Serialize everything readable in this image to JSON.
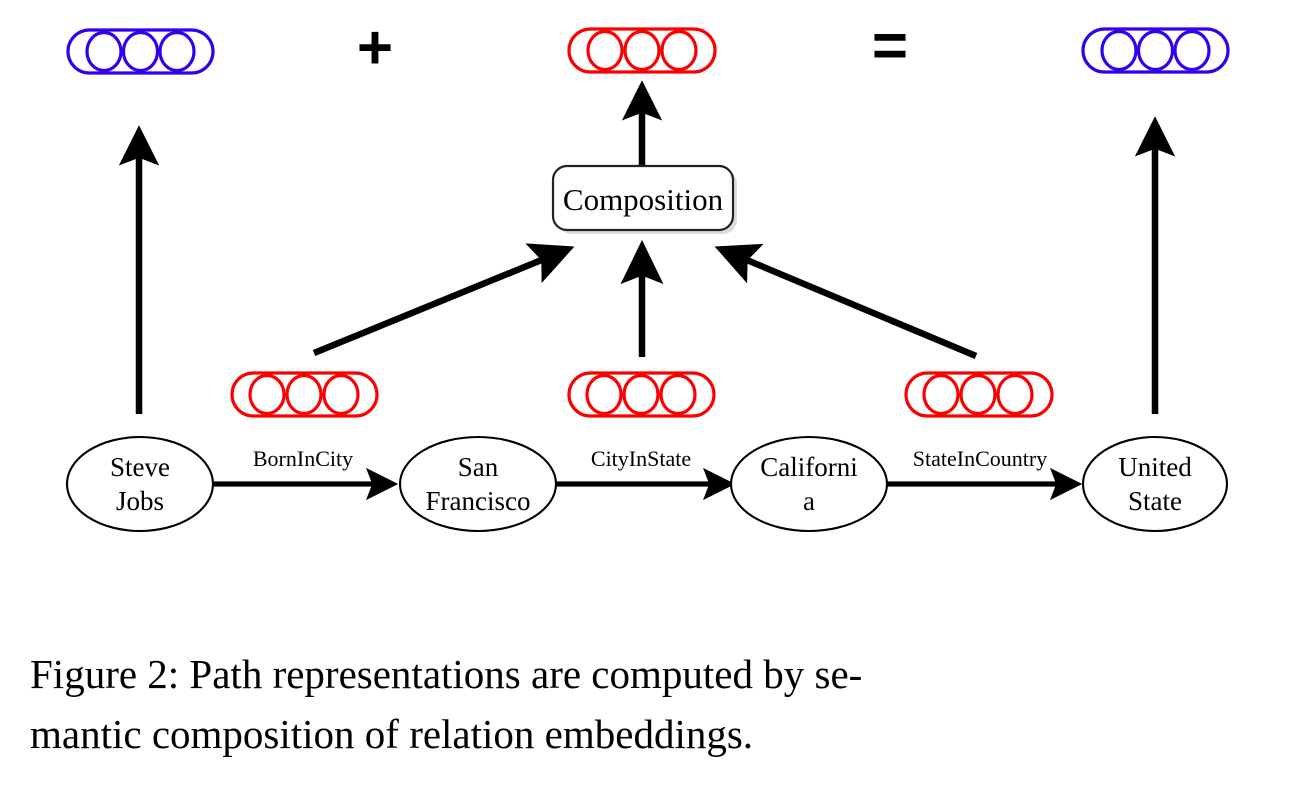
{
  "figure": {
    "caption_line1": "Figure 2:  Path representations are computed by se-",
    "caption_line2": "mantic composition of relation embeddings."
  },
  "colors": {
    "path_embedding": "#3300ee",
    "relation_embedding": "#fa0000",
    "node_outline": "#000000",
    "arrow": "#000000",
    "background": "#ffffff"
  },
  "operators": {
    "plus": "+",
    "equals": "="
  },
  "composition": {
    "label": "Composition"
  },
  "top_embeddings": [
    {
      "name": "head-entity-embedding",
      "kind": "entity-embedding",
      "color": "#3300ee",
      "units": 3
    },
    {
      "name": "path-embedding",
      "kind": "path-embedding",
      "color": "#fa0000",
      "units": 3
    },
    {
      "name": "tail-entity-embedding",
      "kind": "entity-embedding",
      "color": "#3300ee",
      "units": 3
    }
  ],
  "relation_embeddings": [
    {
      "name": "born-in-city-embedding",
      "color": "#fa0000",
      "units": 3
    },
    {
      "name": "city-in-state-embedding",
      "color": "#fa0000",
      "units": 3
    },
    {
      "name": "state-in-country-embedding",
      "color": "#fa0000",
      "units": 3
    }
  ],
  "entities": [
    {
      "id": "steve-jobs",
      "lines": [
        "Steve",
        "Jobs"
      ]
    },
    {
      "id": "san-francisco",
      "lines": [
        "San",
        "Francisco"
      ]
    },
    {
      "id": "california",
      "lines": [
        "Californi",
        "a"
      ]
    },
    {
      "id": "united-state",
      "lines": [
        "United",
        "State"
      ]
    }
  ],
  "relations": [
    {
      "id": "born-in-city",
      "label": "BornInCity"
    },
    {
      "id": "city-in-state",
      "label": "CityInState"
    },
    {
      "id": "state-in-country",
      "label": "StateInCountry"
    }
  ]
}
